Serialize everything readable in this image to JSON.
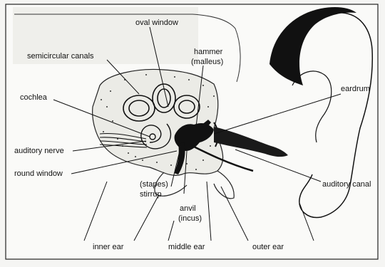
{
  "labels": {
    "oval_window": "oval window",
    "semicircular_canals": "semicircular canals",
    "hammer": "hammer",
    "malleus": "(malleus)",
    "eardrum": "eardrum",
    "cochlea": "cochlea",
    "auditory_nerve": "auditory nerve",
    "round_window": "round window",
    "auditory_canal": "auditory canal",
    "stapes": "(stapes)",
    "stirrup": "stirrup",
    "anvil": "anvil",
    "incus": "(incus)",
    "inner_ear": "inner ear",
    "middle_ear": "middle ear",
    "outer_ear": "outer ear"
  }
}
